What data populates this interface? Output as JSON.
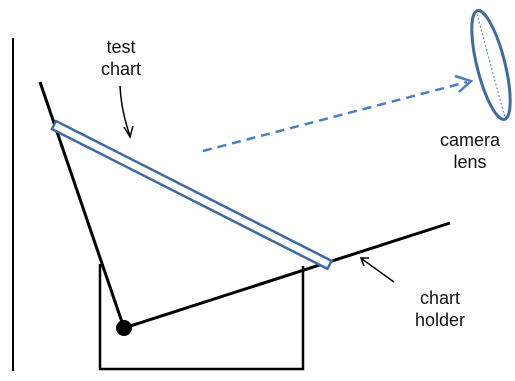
{
  "labels": {
    "test_chart": [
      "test",
      "chart"
    ],
    "camera_lens": [
      "camera",
      "lens"
    ],
    "chart_holder": [
      "chart",
      "holder"
    ]
  },
  "colors": {
    "line": "#000000",
    "chart_outline": "#3f6aa3",
    "lens_outline": "#3f6aa3",
    "sightline": "#4a7ec1"
  }
}
